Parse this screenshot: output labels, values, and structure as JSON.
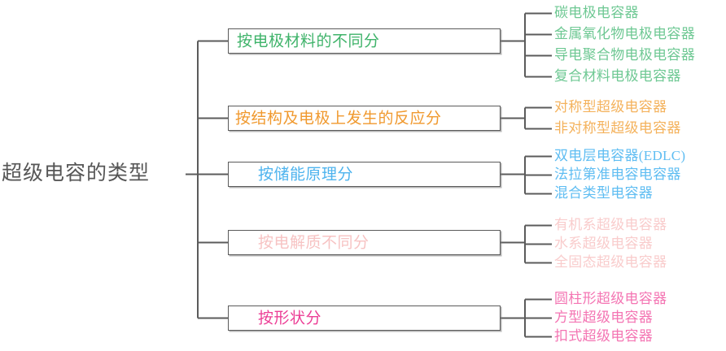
{
  "diagram": {
    "root": {
      "label": "超级电容的类型",
      "color": "#565656"
    },
    "line_color": "#5b5b5b",
    "branches": [
      {
        "title": "按电极材料的不同分",
        "color": "#3fb36a",
        "leaf_color": "#6ec893",
        "leaves": [
          "碳电极电容器",
          "金属氧化物电极电容器",
          "导电聚合物电极电容器",
          "复合材料电极电容器"
        ]
      },
      {
        "title": "按结构及电极上发生的反应分",
        "color": "#f0992e",
        "leaf_color": "#f4b25c",
        "leaves": [
          "对称型超级电容器",
          "非对称型超级电容器"
        ]
      },
      {
        "title": "按储能原理分",
        "color": "#4db3ee",
        "leaf_color": "#5fbdf2",
        "leaves": [
          "双电层电容器(EDLC)",
          "法拉第准电容电容器",
          "混合类型电容器"
        ]
      },
      {
        "title": "按电解质不同分",
        "color": "#f7c3c3",
        "leaf_color": "#f9cccc",
        "leaves": [
          "有机系超级电容器",
          "水系超级电容器",
          "全固态超级电容器"
        ]
      },
      {
        "title": "按形状分",
        "color": "#ec3f96",
        "leaf_color": "#f475b3",
        "leaves": [
          "圆柱形超级电容器",
          "方型超级电容器",
          "扣式超级电容器"
        ]
      }
    ]
  }
}
